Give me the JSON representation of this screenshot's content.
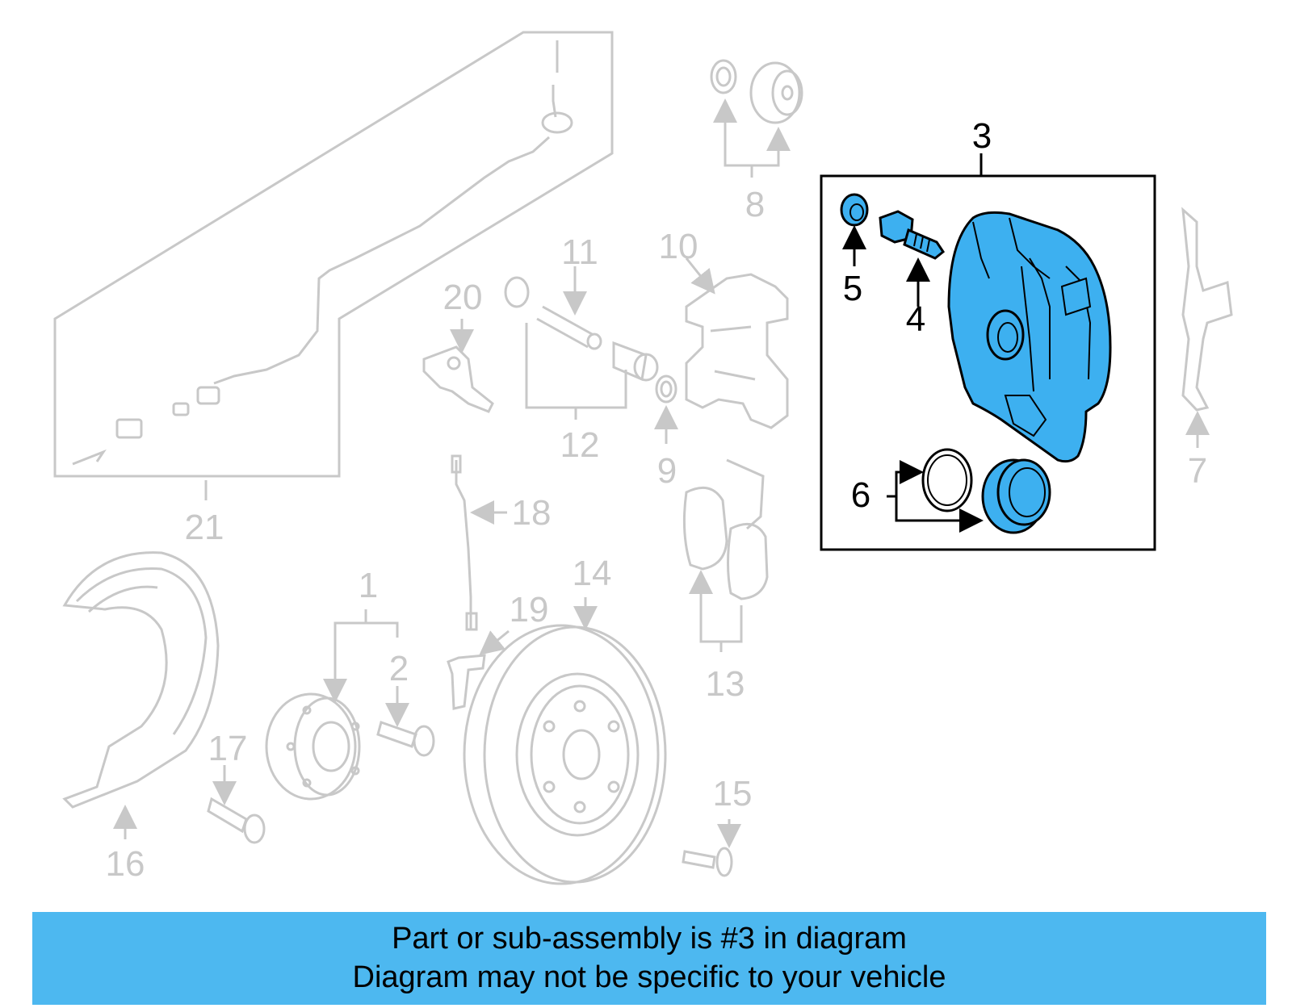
{
  "callouts": {
    "n1": "1",
    "n2": "2",
    "n3": "3",
    "n4": "4",
    "n5": "5",
    "n6": "6",
    "n7": "7",
    "n8": "8",
    "n9": "9",
    "n10": "10",
    "n11": "11",
    "n12": "12",
    "n13": "13",
    "n14": "14",
    "n15": "15",
    "n16": "16",
    "n17": "17",
    "n18": "18",
    "n19": "19",
    "n20": "20",
    "n21": "21"
  },
  "banner": {
    "line1": "Part or sub-assembly is #3 in diagram",
    "line2": "Diagram may not be specific to your vehicle"
  },
  "colors": {
    "highlight": "#3db0f0",
    "banner": "#4db8f0",
    "ghost_line": "#c8c8c8",
    "active_line": "#000000"
  },
  "icons": {
    "brake_caliper": "brake-caliper-icon",
    "brake_disc": "brake-disc-icon",
    "wheel_hub": "wheel-hub-icon",
    "splash_shield": "splash-shield-icon"
  }
}
